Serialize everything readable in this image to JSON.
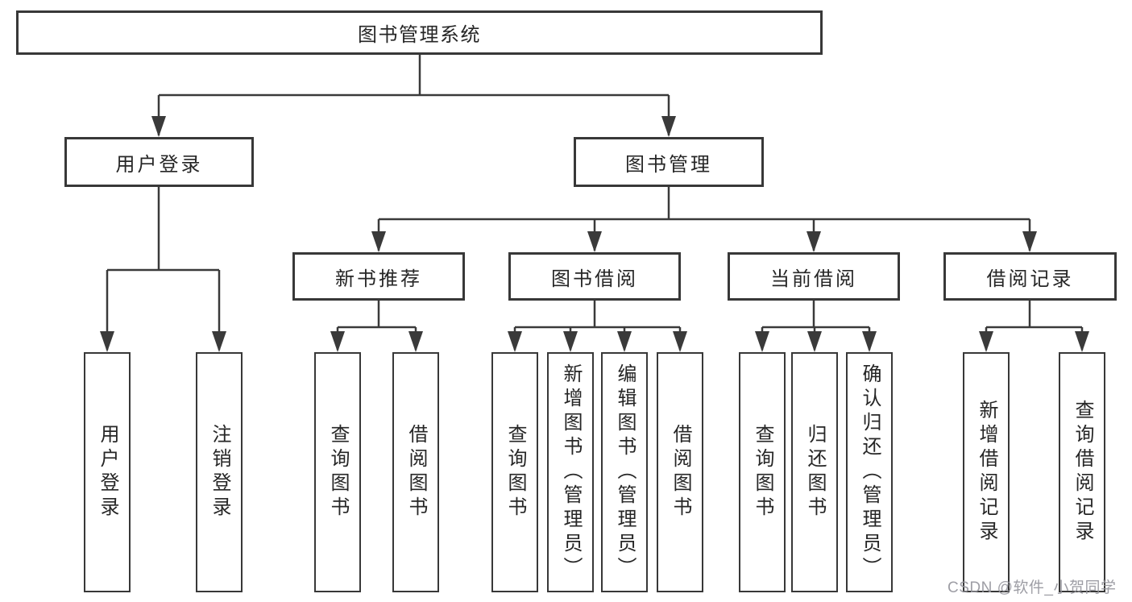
{
  "diagram": {
    "title": "图书管理系统",
    "watermark": "CSDN @软件_小贺同学",
    "colors": {
      "line": "#3a3a3a",
      "border": "#383838",
      "text": "#262626",
      "watermark": "#94949b",
      "background": "#ffffff"
    },
    "nodes": {
      "root": {
        "label": "图书管理系统"
      },
      "level2": [
        {
          "label": "用户登录"
        },
        {
          "label": "图书管理"
        }
      ],
      "level3": [
        {
          "label": "新书推荐",
          "parent": "图书管理"
        },
        {
          "label": "图书借阅",
          "parent": "图书管理"
        },
        {
          "label": "当前借阅",
          "parent": "图书管理"
        },
        {
          "label": "借阅记录",
          "parent": "图书管理"
        }
      ],
      "leaves": [
        {
          "label": "用户登录",
          "parent": "用户登录"
        },
        {
          "label": "注销登录",
          "parent": "用户登录"
        },
        {
          "label": "查询图书",
          "parent": "新书推荐"
        },
        {
          "label": "借阅图书",
          "parent": "新书推荐"
        },
        {
          "label": "查询图书",
          "parent": "图书借阅"
        },
        {
          "label": "新增图书（管理员）",
          "parent": "图书借阅"
        },
        {
          "label": "编辑图书（管理员）",
          "parent": "图书借阅"
        },
        {
          "label": "借阅图书",
          "parent": "图书借阅"
        },
        {
          "label": "查询图书",
          "parent": "当前借阅"
        },
        {
          "label": "归还图书",
          "parent": "当前借阅"
        },
        {
          "label": "确认归还（管理员）",
          "parent": "当前借阅"
        },
        {
          "label": "新增借阅记录",
          "parent": "借阅记录"
        },
        {
          "label": "查询借阅记录",
          "parent": "借阅记录"
        }
      ]
    }
  }
}
